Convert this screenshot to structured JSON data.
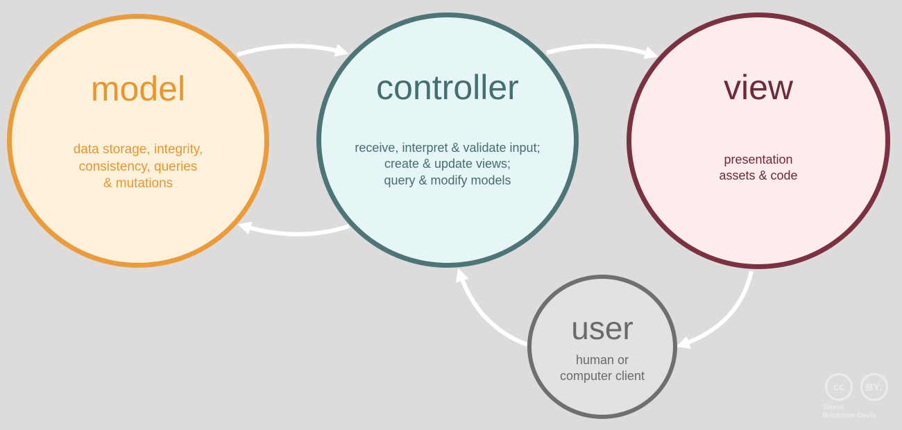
{
  "diagram": {
    "nodes": {
      "model": {
        "title": "model",
        "desc_lines": [
          "data storage, integrity,",
          "consistency, queries",
          "& mutations"
        ]
      },
      "controller": {
        "title": "controller",
        "desc_lines": [
          "receive, interpret & validate input;",
          "create & update views;",
          "query & modify models"
        ]
      },
      "view": {
        "title": "view",
        "desc_lines": [
          "presentation",
          "assets & code"
        ]
      },
      "user": {
        "title": "user",
        "desc_lines": [
          "human or",
          "computer client"
        ]
      }
    },
    "edges": [
      {
        "from": "model",
        "to": "controller"
      },
      {
        "from": "controller",
        "to": "model"
      },
      {
        "from": "controller",
        "to": "view"
      },
      {
        "from": "view",
        "to": "user"
      },
      {
        "from": "user",
        "to": "controller"
      }
    ],
    "colors": {
      "background": "#dcdcdc",
      "arrow": "#ffffff",
      "model_border": "#eb9b3a",
      "model_fill": "#fdf1dc",
      "controller_border": "#4d7476",
      "controller_fill": "#e6f5f5",
      "view_border": "#7a3140",
      "view_fill": "#fdecec",
      "user_border": "#6f6f6f",
      "user_fill": "#e2e2e2"
    }
  },
  "license": {
    "cc_icon_text": "cc",
    "by_icon_text": "BY:",
    "author_lines": [
      "Shane",
      "Brinkman-Davis"
    ]
  }
}
